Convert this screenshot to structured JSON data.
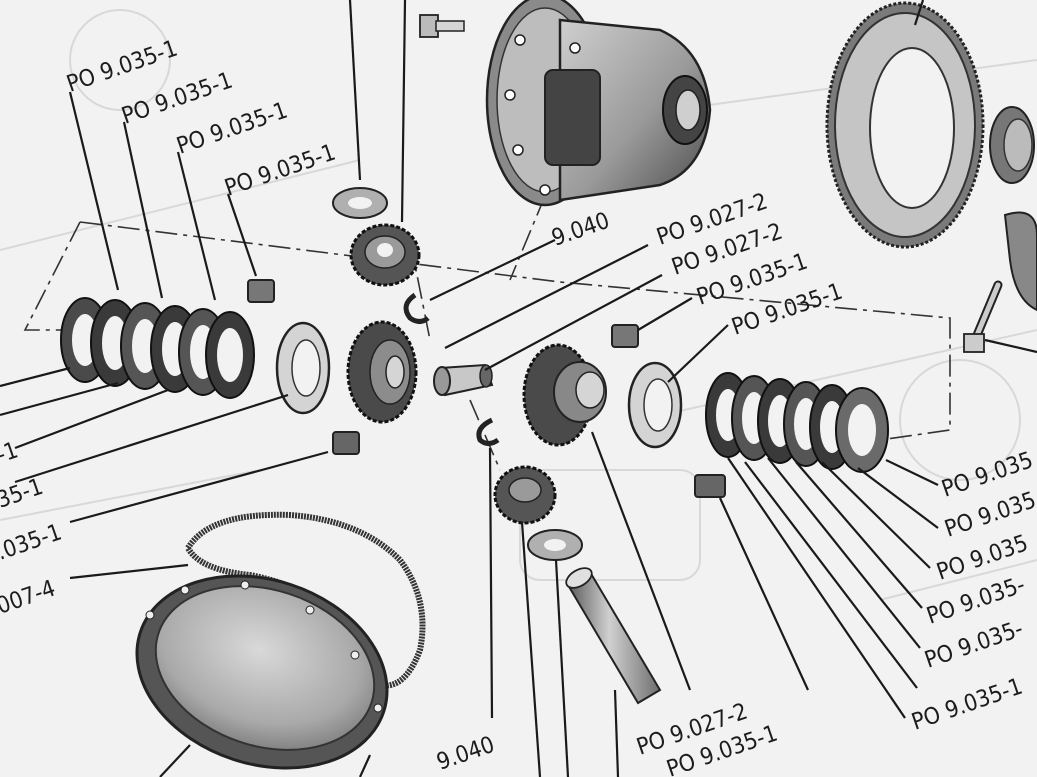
{
  "callouts": [
    {
      "id": "l1",
      "text": "PO 9.035-1"
    },
    {
      "id": "l2",
      "text": "PO 9.035-1"
    },
    {
      "id": "l3",
      "text": "PO 9.035-1"
    },
    {
      "id": "l4",
      "text": "PO 9.035-1"
    },
    {
      "id": "l5",
      "text": "9.040"
    },
    {
      "id": "l6",
      "text": "PO 9.027-2"
    },
    {
      "id": "l7",
      "text": "PO 9.027-2"
    },
    {
      "id": "l8",
      "text": "PO 9.035-1"
    },
    {
      "id": "l9",
      "text": "PO 9.035-1"
    },
    {
      "id": "l10",
      "text": "-1"
    },
    {
      "id": "l11",
      "text": "35-1"
    },
    {
      "id": "l12",
      "text": ".035-1"
    },
    {
      "id": "l13",
      "text": "007-4"
    },
    {
      "id": "l14",
      "text": "PO 9.035"
    },
    {
      "id": "l15",
      "text": "PO 9.035"
    },
    {
      "id": "l16",
      "text": "PO 9.035"
    },
    {
      "id": "l17",
      "text": "PO 9.035-"
    },
    {
      "id": "l18",
      "text": "PO 9.035-"
    },
    {
      "id": "l19",
      "text": "PO 9.035-1"
    },
    {
      "id": "l20",
      "text": "9.040"
    },
    {
      "id": "l21",
      "text": "PO 9.027-2"
    },
    {
      "id": "l22",
      "text": "PO 9.035-1"
    }
  ],
  "colors": {
    "background": "#f2f2f2",
    "ink": "#1a1a1a",
    "part_dark": "#3a3a3a",
    "part_mid": "#8c8c8c",
    "part_light": "#c9c9c9"
  }
}
